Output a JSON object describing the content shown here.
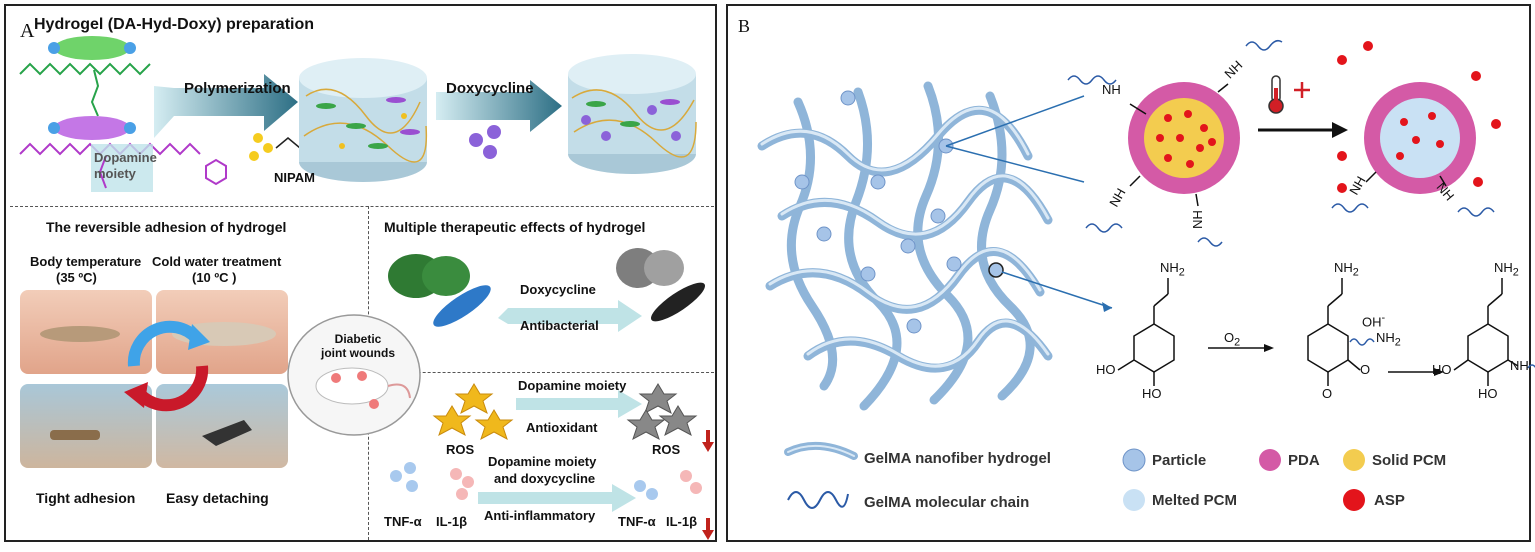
{
  "panel_a": {
    "letter": "A",
    "prep_title": "Hydrogel (DA-Hyd-Doxy) preparation",
    "polymerization": "Polymerization",
    "doxycycline": "Doxycycline",
    "dopamine_moiety": "Dopamine\nmoiety",
    "nipam": "NIPAM",
    "adhesion_title": "The reversible adhesion of hydrogel",
    "body_temp": "Body temperature",
    "body_temp_val": "(35 ºC)",
    "cold_water": "Cold water treatment",
    "cold_water_val": "(10 ºC )",
    "tight_adhesion": "Tight adhesion",
    "easy_detaching": "Easy detaching",
    "diabetic": "Diabetic",
    "joint_wounds": "joint wounds",
    "therapeutic_title": "Multiple therapeutic effects of hydrogel",
    "doxy2": "Doxycycline",
    "antibacterial": "Antibacterial",
    "dopamine2": "Dopamine moiety",
    "antioxidant": "Antioxidant",
    "ros_left": "ROS",
    "ros_right": "ROS",
    "dopamine3": "Dopamine moiety",
    "and_doxy": "and doxycycline",
    "anti_inflammatory": "Anti-inflammatory",
    "tnf_left": "TNF-α",
    "il_left": "IL-1β",
    "tnf_right": "TNF-α",
    "il_right": "IL-1β"
  },
  "panel_b": {
    "letter": "B",
    "nh_labels": [
      "NH",
      "NH",
      "NH",
      "HN",
      "NH",
      "NH"
    ],
    "nh2_a": "NH",
    "nh2_b": "NH",
    "nh2_c": "NH",
    "sub2": "2",
    "o2": "O",
    "oh_minus": "OH",
    "minus": "-",
    "nh2_reagent": "NH",
    "ho_a": "HO",
    "ho_b": "HO",
    "ho_c": "HO",
    "ho_d": "HO",
    "o_a": "O",
    "o_b": "O",
    "nh_chain": "NH",
    "legend": {
      "nanofiber": "GelMA nanofiber hydrogel",
      "chain": "GelMA molecular chain",
      "particle": "Particle",
      "pda": "PDA",
      "solid_pcm": "Solid  PCM",
      "melted_pcm": "Melted  PCM",
      "asp": "ASP"
    }
  },
  "colors": {
    "pda": "#d45aa6",
    "solid_pcm": "#f3cc4f",
    "melted_pcm": "#c9e1f4",
    "asp": "#e3141b",
    "particle": "#8fb4e0",
    "fiber": "#8fb5d9",
    "arrow_teal": "#8fd3d8"
  }
}
